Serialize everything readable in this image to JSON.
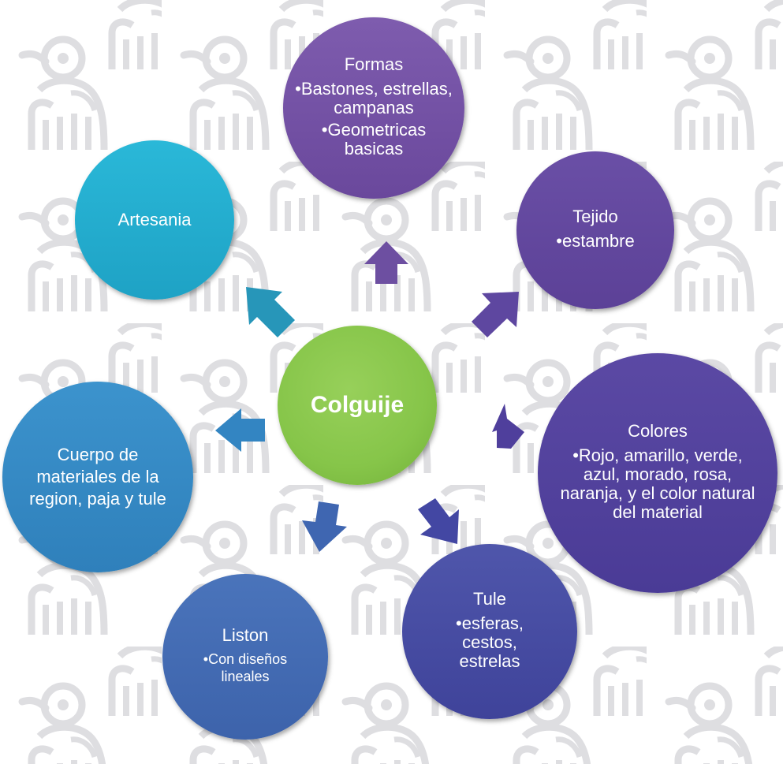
{
  "center": {
    "label": "Colguije"
  },
  "nodes": {
    "formas": {
      "title": "Formas",
      "items": [
        "Bastones, estrellas, campanas",
        "Geometricas basicas"
      ]
    },
    "tejido": {
      "title": "Tejido",
      "items": [
        "estambre"
      ]
    },
    "colores": {
      "title": "Colores",
      "items": [
        "Rojo, amarillo, verde, azul, morado, rosa, naranja, y el color natural del material"
      ]
    },
    "tule": {
      "title": "Tule",
      "items": [
        "esferas, cestos, estrelas"
      ]
    },
    "liston": {
      "title": "Liston",
      "items": [
        "Con diseños lineales"
      ]
    },
    "cuerpo": {
      "title": "Cuerpo de materiales de la region, paja y tule"
    },
    "artesania": {
      "title": "Artesania"
    }
  },
  "colors": {
    "center": "#86c549",
    "formas": "#7259a6",
    "tejido": "#624aa2",
    "colores": "#5242a0",
    "tule": "#464ca5",
    "liston": "#416bb5",
    "cuerpo": "#348ac6",
    "artesania": "#25afd1",
    "background_motif_gray": "#d8d8dc",
    "background_motif_red": "#e9c9cc"
  }
}
